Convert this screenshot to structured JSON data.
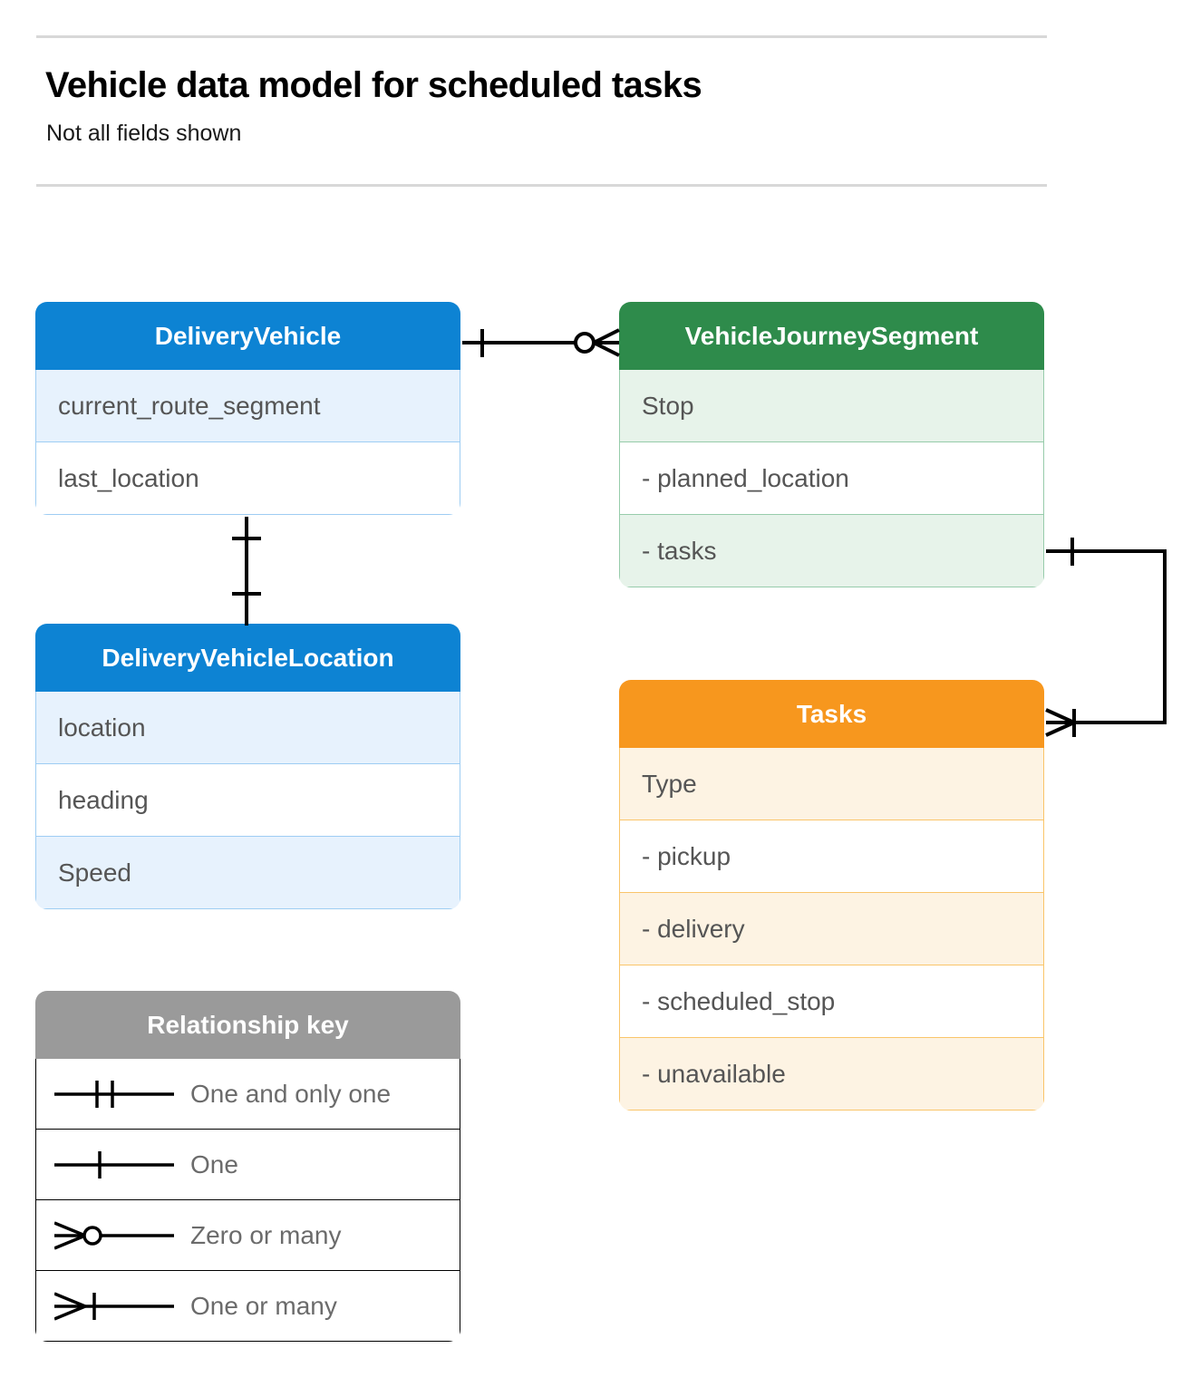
{
  "header": {
    "title": "Vehicle data model for scheduled tasks",
    "subtitle": "Not all fields shown"
  },
  "colors": {
    "blue_header": "#0d83d3",
    "blue_row": "#e7f2fd",
    "blue_border": "#9ecdf3",
    "green_header": "#2e8b4b",
    "green_row": "#e7f3ea",
    "green_border": "#97ccab",
    "orange_header": "#f7971e",
    "orange_row": "#fdf3e3",
    "orange_border": "#fac56a",
    "gray_header": "#9a9a9a",
    "gray_row": "#eaeaea",
    "gray_border": "#a9a9a9",
    "field_text": "#555555",
    "line": "#000000"
  },
  "entities": {
    "delivery_vehicle": {
      "title": "DeliveryVehicle",
      "fields": [
        "current_route_segment",
        "last_location"
      ]
    },
    "delivery_vehicle_location": {
      "title": "DeliveryVehicleLocation",
      "fields": [
        "location",
        "heading",
        "Speed"
      ]
    },
    "vehicle_journey_segment": {
      "title": "VehicleJourneySegment",
      "fields": [
        "Stop",
        "-  planned_location",
        "- tasks"
      ]
    },
    "tasks": {
      "title": "Tasks",
      "fields": [
        "Type",
        "-  pickup",
        "-  delivery",
        "-  scheduled_stop",
        "-  unavailable"
      ]
    }
  },
  "legend": {
    "title": "Relationship key",
    "items": [
      {
        "label": "One and only one",
        "symbol": "one-and-only-one"
      },
      {
        "label": "One",
        "symbol": "one"
      },
      {
        "label": "Zero or many",
        "symbol": "zero-or-many"
      },
      {
        "label": "One or many",
        "symbol": "one-or-many"
      }
    ]
  },
  "relationships": [
    {
      "name": "deliveryvehicle-to-vehiclejourneysegment",
      "from": "DeliveryVehicle",
      "to": "VehicleJourneySegment",
      "from_cardinality": "One",
      "to_cardinality": "Zero or many"
    },
    {
      "name": "deliveryvehicle-to-deliveryvehiclelocation",
      "from": "DeliveryVehicle",
      "to": "DeliveryVehicleLocation",
      "from_cardinality": "One",
      "to_cardinality": "One"
    },
    {
      "name": "vehiclejourneysegment-tasks-to-tasks",
      "from": "VehicleJourneySegment",
      "to": "Tasks",
      "from_cardinality": "One",
      "to_cardinality": "One or many"
    }
  ]
}
